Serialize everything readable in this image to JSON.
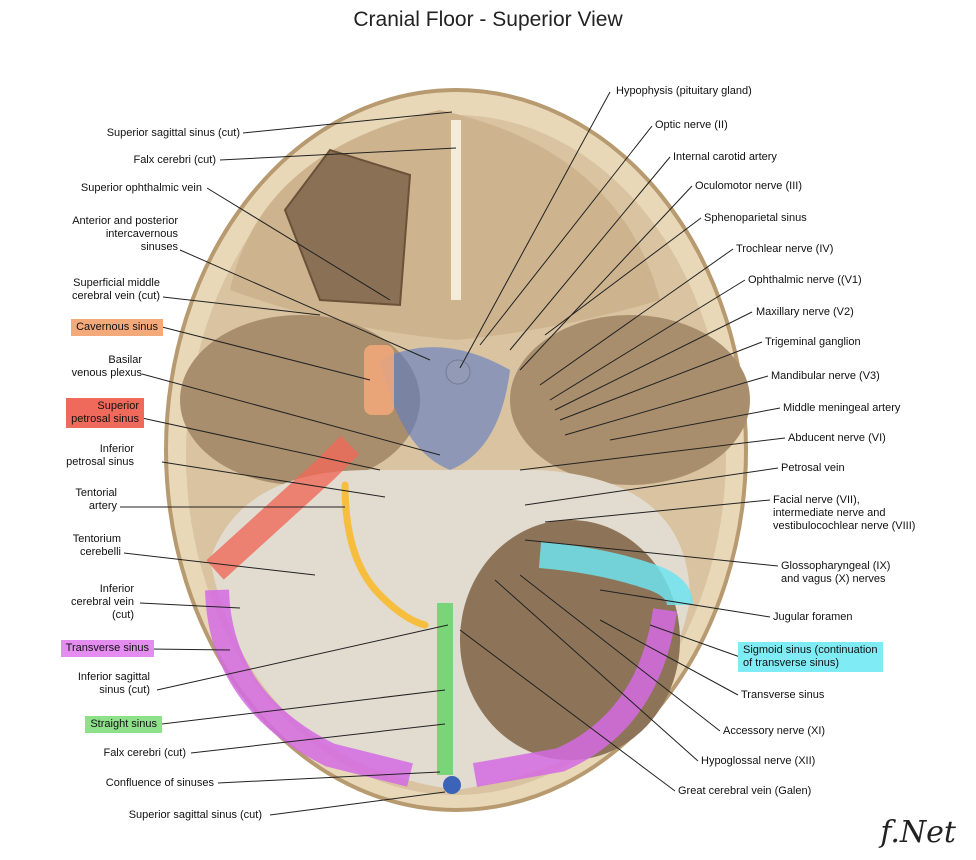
{
  "title": "Cranial Floor - Superior View",
  "signature": "f.Net",
  "colors": {
    "cavernous": "#f4a97a",
    "superior_petrosal": "#ef6a5a",
    "transverse": "#d36be3",
    "straight": "#6fd36f",
    "sigmoid": "#6fe3ee",
    "tentorial_artery": "#f6be3c"
  },
  "labels_left": [
    "Superior sagittal sinus (cut)",
    "Falx cerebri (cut)",
    "Superior ophthalmic vein",
    "Anterior and posterior\nintercavernous\nsinuses",
    "Superficial middle\ncerebral vein (cut)",
    "Cavernous sinus",
    "Basilar\nvenous plexus",
    "Superior\npetrosal sinus",
    "Inferior\npetrosal sinus",
    "Tentorial\nartery",
    "Tentorium\ncerebelli",
    "Inferior\ncerebral vein\n(cut)",
    "Transverse sinus",
    "Inferior sagittal\nsinus (cut)",
    "Straight sinus",
    "Falx cerebri (cut)",
    "Confluence of sinuses",
    "Superior sagittal sinus (cut)"
  ],
  "labels_right": [
    "Hypophysis (pituitary gland)",
    "Optic nerve (II)",
    "Internal carotid artery",
    "Oculomotor nerve (III)",
    "Sphenoparietal sinus",
    "Trochlear nerve (IV)",
    "Ophthalmic nerve ((V1)",
    "Maxillary nerve (V2)",
    "Trigeminal ganglion",
    "Mandibular nerve (V3)",
    "Middle meningeal artery",
    "Abducent nerve (VI)",
    "Petrosal vein",
    "Facial nerve (VII),\nintermediate nerve and\nvestibulocochlear nerve (VIII)",
    "Glossopharyngeal (IX)\nand vagus (X) nerves",
    "Jugular foramen",
    "Sigmoid sinus (continuation\nof transverse sinus)",
    "Transverse sinus",
    "Accessory nerve (XI)",
    "Hypoglossal nerve (XII)",
    "Great cerebral vein (Galen)"
  ]
}
